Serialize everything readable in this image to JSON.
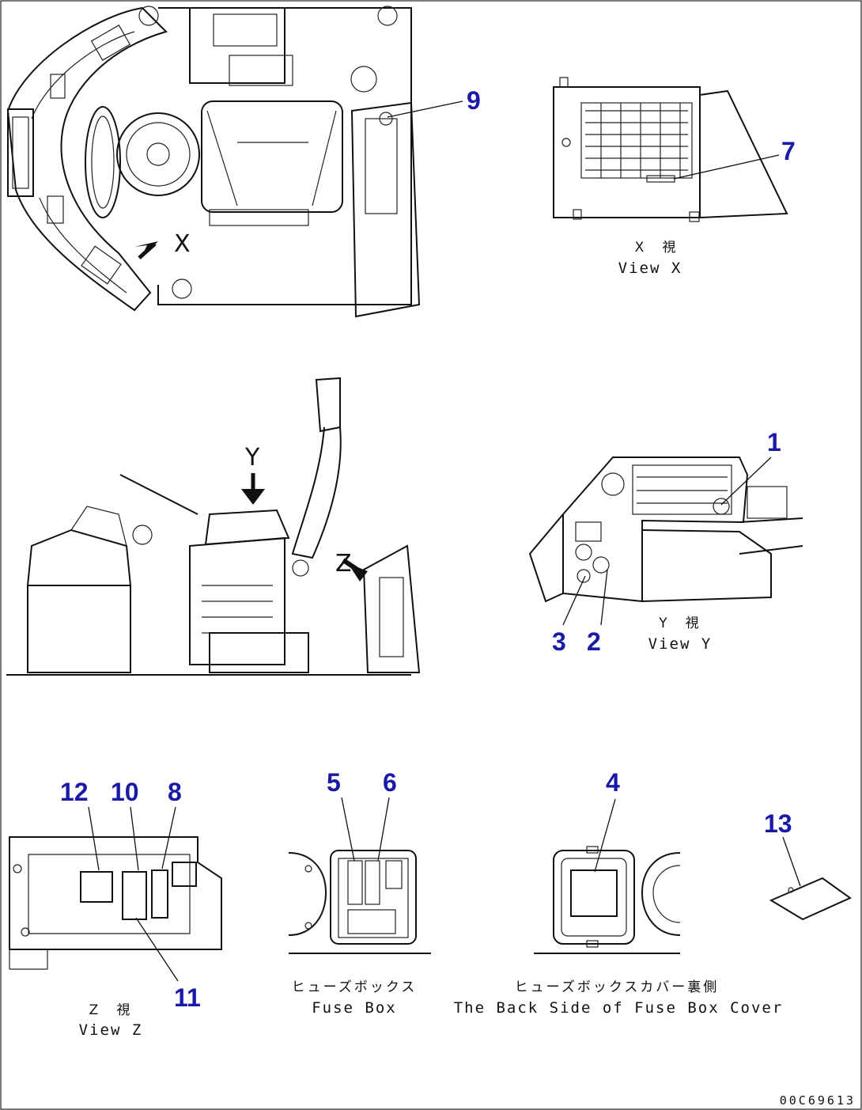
{
  "callouts": {
    "c1": "1",
    "c2": "2",
    "c3": "3",
    "c4": "4",
    "c5": "5",
    "c6": "6",
    "c7": "7",
    "c8": "8",
    "c9": "9",
    "c10": "10",
    "c11": "11",
    "c12": "12",
    "c13": "13"
  },
  "views": {
    "x": {
      "jp": "X　視",
      "en": "View X"
    },
    "y": {
      "jp": "Y　視",
      "en": "View Y"
    },
    "z": {
      "jp": "Z　視",
      "en": "View Z"
    },
    "fuse_box": {
      "jp": "ヒューズボックス",
      "en": "Fuse Box"
    },
    "fuse_cover": {
      "jp": "ヒューズボックスカバー裏側",
      "en": "The Back Side of Fuse Box Cover"
    }
  },
  "tags": {
    "x_arrow": "X",
    "y_arrow": "Y",
    "z_arrow": "Z"
  },
  "doc_id": "00C69613",
  "colors": {
    "callout": "#1a1aa6",
    "line": "#111111"
  }
}
